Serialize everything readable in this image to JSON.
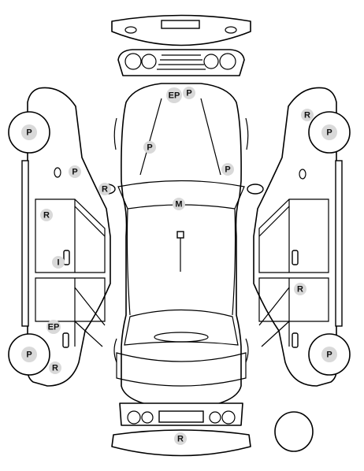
{
  "colors": {
    "line": "#000000",
    "marker_bg": "#d9d9d9",
    "background": "#ffffff"
  },
  "markers": [
    {
      "id": "front-left-tyre",
      "label": "P"
    },
    {
      "id": "front-right-tyre",
      "label": "P"
    },
    {
      "id": "rear-left-tyre",
      "label": "P"
    },
    {
      "id": "rear-right-tyre",
      "label": "P"
    },
    {
      "id": "left-front-fender",
      "label": "P"
    },
    {
      "id": "left-mirror",
      "label": "R"
    },
    {
      "id": "left-front-door",
      "label": "R"
    },
    {
      "id": "left-door-handle",
      "label": "I"
    },
    {
      "id": "left-rear-quarter",
      "label": "EP"
    },
    {
      "id": "left-rear-bumper",
      "label": "R"
    },
    {
      "id": "right-front-fender",
      "label": "R"
    },
    {
      "id": "right-rear-door",
      "label": "R"
    },
    {
      "id": "hood-top-1",
      "label": "EP"
    },
    {
      "id": "hood-top-2",
      "label": "P"
    },
    {
      "id": "hood-left",
      "label": "P"
    },
    {
      "id": "hood-right",
      "label": "P"
    },
    {
      "id": "roof",
      "label": "M"
    },
    {
      "id": "rear-bumper",
      "label": "R"
    }
  ]
}
